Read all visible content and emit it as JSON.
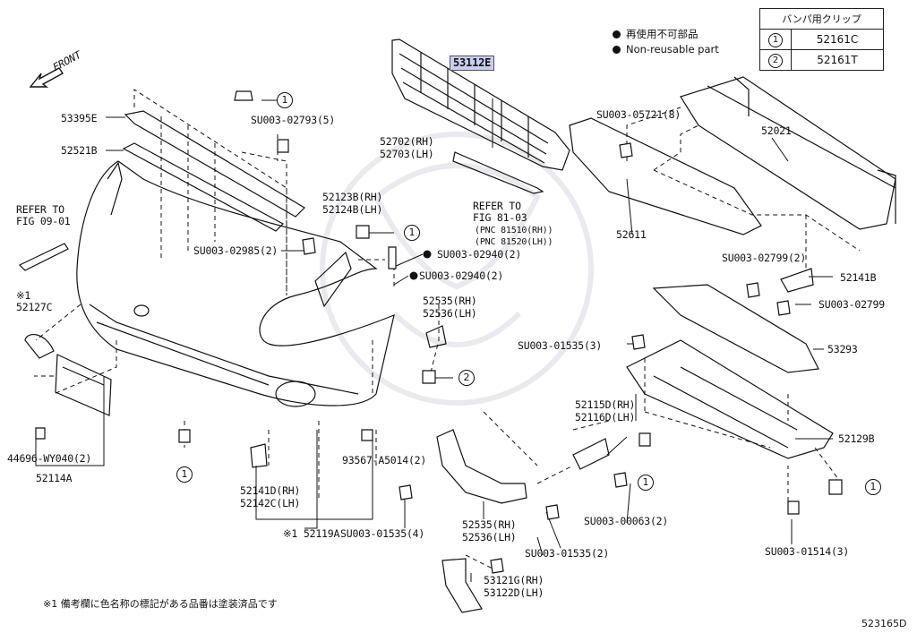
{
  "diagram_code": "523165D",
  "front_label": "FRONT",
  "legend": {
    "jp": "再使用不可部品",
    "en": "Non-reusable part"
  },
  "clip_table": {
    "header": "バンパ用クリップ",
    "rows": [
      {
        "num": "1",
        "part": "52161C"
      },
      {
        "num": "2",
        "part": "52161T"
      }
    ]
  },
  "footnote": "※1 備考欄に色名称の標記がある品番は塗装済品です",
  "labels": {
    "p53112E": "53112E",
    "p53395E": "53395E",
    "p52521B": "52521B",
    "refer0901_a": "REFER TO",
    "refer0901_b": "FIG 09-01",
    "note1_a": "※1",
    "p52127C": "52127C",
    "su02793": "SU003-02793(5)",
    "su02985": "SU003-02985(2)",
    "p52123B": "52123B(RH)",
    "p52124B": "52124B(LH)",
    "p52702": "52702(RH)",
    "p52703": "52703(LH)",
    "refer8103_a": "REFER TO",
    "refer8103_b": "FIG 81-03",
    "pnc1": "(PNC 81510(RH))",
    "pnc2": "(PNC 81520(LH))",
    "su02940a": "SU003-02940(2)",
    "su02940b": "SU003-02940(2)",
    "su05721": "SU003-05721(8)",
    "p52021": "52021",
    "p52611": "52611",
    "su02799_2": "SU003-02799(2)",
    "p52141B": "52141B",
    "su02799": "SU003-02799",
    "p52535a": "52535(RH)",
    "p52536a": "52536(LH)",
    "su01535_3": "SU003-01535(3)",
    "p53293": "53293",
    "p52115D": "52115D(RH)",
    "p52116D": "52116D(LH)",
    "p52129B": "52129B",
    "p44696": "44696-WY040(2)",
    "p52114A": "52114A",
    "p52141D": "52141D(RH)",
    "p52142C": "52142C(LH)",
    "p93567": "93567-A5014(2)",
    "p52119A": "※1 52119A",
    "su01535_4": "SU003-01535(4)",
    "p52535b": "52535(RH)",
    "p52536b": "52536(LH)",
    "su01535_2": "SU003-01535(2)",
    "su00063": "SU003-00063(2)",
    "su01514": "SU003-01514(3)",
    "p53121G": "53121G(RH)",
    "p53122D": "53122D(LH)"
  },
  "markers": {
    "one": "1",
    "two": "2"
  }
}
